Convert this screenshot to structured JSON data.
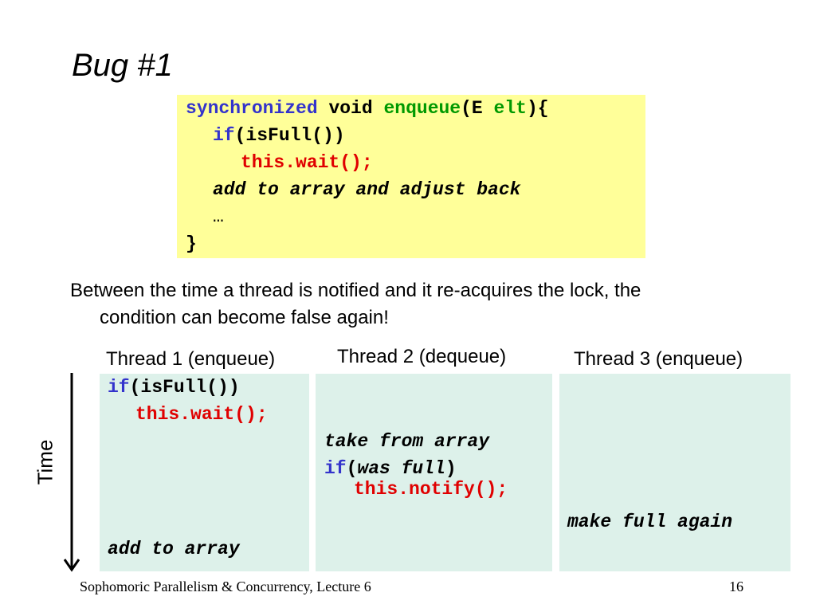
{
  "slide": {
    "title": "Bug #1",
    "code": {
      "l1_kw": "synchronized",
      "l1_void": "void",
      "l1_name": "enqueue",
      "l1_paren": "(",
      "l1_type": "E",
      "l1_arg": "elt",
      "l1_end": "){",
      "l2_kw": "if",
      "l2_rest": "(isFull())",
      "l3": "this.wait();",
      "l4": "add to array and adjust back",
      "l5": "…",
      "l6": "}"
    },
    "paragraph": {
      "line1": "Between the time a thread is notified and it re-acquires the lock, the",
      "line2": "condition can become false again!"
    },
    "columns": {
      "t1": {
        "header": "Thread 1 (enqueue)",
        "if_kw": "if",
        "if_rest": "(isFull())",
        "wait": "this.wait();",
        "add": "add to array"
      },
      "t2": {
        "header": "Thread 2 (dequeue)",
        "take": "take from array",
        "if_kw": "if",
        "if_open": "(",
        "if_cond": "was full",
        "if_close": ")",
        "notify": "this.notify();"
      },
      "t3": {
        "header": "Thread 3 (enqueue)",
        "make": "make full again"
      }
    },
    "time_label": "Time",
    "footer": {
      "left": "Sophomoric Parallelism & Concurrency, Lecture 6",
      "page": "16"
    },
    "colors": {
      "keyword": "#3333cc",
      "method": "#009900",
      "wait_notify": "#e00000",
      "code_bg": "#ffff99",
      "column_bg": "#ddf1ea"
    }
  }
}
